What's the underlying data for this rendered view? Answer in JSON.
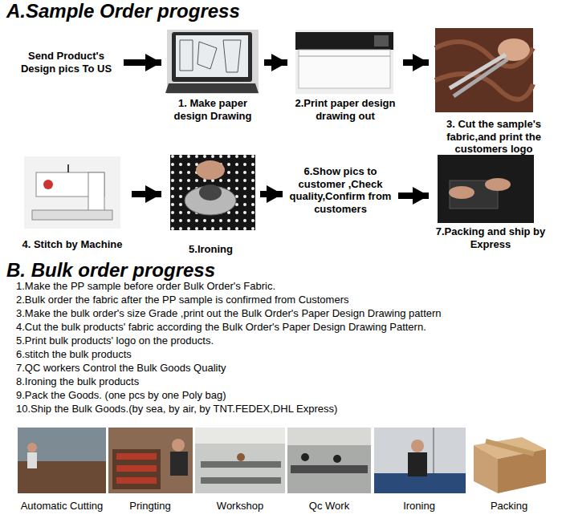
{
  "diagram": {
    "title": "A.Sample Order progress",
    "nodes": [
      {
        "text": [
          "Send Product's Design pics To US"
        ]
      },
      {
        "text": [
          "1. Make paper design Drawing"
        ]
      },
      {
        "text": [
          "2.Print paper design drawing out"
        ]
      },
      {
        "text": [
          "3. Cut the sample's fabric,and print the customers logo"
        ]
      },
      {
        "text": [
          "4. Stitch by Machine"
        ]
      },
      {
        "text": [
          "5.Ironing"
        ]
      },
      {
        "text": [
          "6.Show pics to customer ,Check quality,Confirm from customers"
        ]
      },
      {
        "text": [
          "7.Packing and ship by Express"
        ]
      }
    ],
    "edges": [
      {
        "from": 0,
        "to": 1,
        "arrow": "to"
      },
      {
        "from": 1,
        "to": 2,
        "arrow": "to"
      },
      {
        "from": 2,
        "to": 3,
        "arrow": "to"
      },
      {
        "from": 4,
        "to": 5,
        "arrow": "to"
      },
      {
        "from": 5,
        "to": 6,
        "arrow": "to"
      },
      {
        "from": 6,
        "to": 7,
        "arrow": "to"
      }
    ],
    "labels": [
      "B. Bulk order progress",
      "1.Make the PP sample before order Bulk Order's Fabric.",
      "2.Bulk order the fabric after the PP sample is confirmed from Customers",
      "3.Make the bulk order's size Grade ,print out the Bulk Order's Paper Design Drawing pattern",
      "4.Cut the bulk products' fabric according the Bulk Order's Paper Design Drawing Pattern.",
      "5.Print bulk products' logo on the products.",
      "6.stitch the bulk products",
      "7.QC workers Control the Bulk Goods Quality",
      "8.Ironing the bulk products",
      "9.Pack the Goods. (one pcs by one Poly bag)",
      "10.Ship the Bulk Goods.(by sea, by air, by TNT.FEDEX,DHL Express)",
      "Automatic Cutting",
      "Pringting",
      "Workshop",
      "Qc Work",
      "Ironing",
      "Packing"
    ]
  }
}
